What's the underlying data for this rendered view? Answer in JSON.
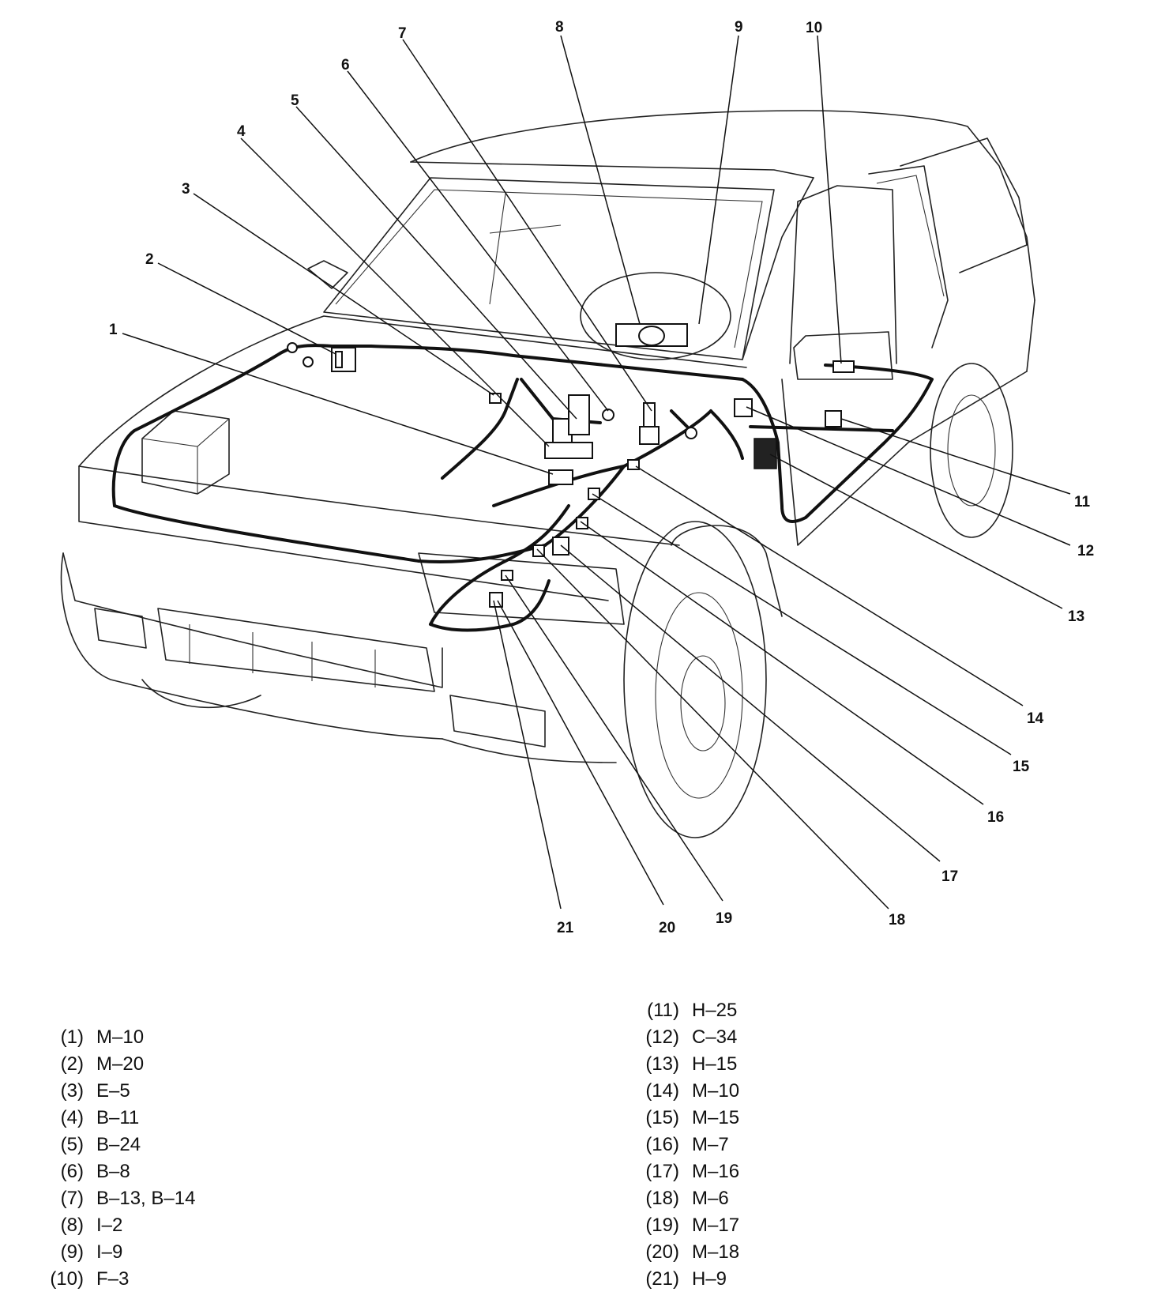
{
  "callouts": [
    {
      "n": "1"
    },
    {
      "n": "2"
    },
    {
      "n": "3"
    },
    {
      "n": "4"
    },
    {
      "n": "5"
    },
    {
      "n": "6"
    },
    {
      "n": "7"
    },
    {
      "n": "8"
    },
    {
      "n": "9"
    },
    {
      "n": "10"
    },
    {
      "n": "11"
    },
    {
      "n": "12"
    },
    {
      "n": "13"
    },
    {
      "n": "14"
    },
    {
      "n": "15"
    },
    {
      "n": "16"
    },
    {
      "n": "17"
    },
    {
      "n": "18"
    },
    {
      "n": "19"
    },
    {
      "n": "20"
    },
    {
      "n": "21"
    }
  ],
  "legend": {
    "left": [
      {
        "id": "(1)",
        "code": "M–10"
      },
      {
        "id": "(2)",
        "code": "M–20"
      },
      {
        "id": "(3)",
        "code": "E–5"
      },
      {
        "id": "(4)",
        "code": "B–11"
      },
      {
        "id": "(5)",
        "code": "B–24"
      },
      {
        "id": "(6)",
        "code": "B–8"
      },
      {
        "id": "(7)",
        "code": "B–13, B–14"
      },
      {
        "id": "(8)",
        "code": "I–2"
      },
      {
        "id": "(9)",
        "code": "I–9"
      },
      {
        "id": "(10)",
        "code": "F–3"
      }
    ],
    "right": [
      {
        "id": "(11)",
        "code": "H–25"
      },
      {
        "id": "(12)",
        "code": "C–34"
      },
      {
        "id": "(13)",
        "code": "H–15"
      },
      {
        "id": "(14)",
        "code": "M–10"
      },
      {
        "id": "(15)",
        "code": "M–15"
      },
      {
        "id": "(16)",
        "code": "M–7"
      },
      {
        "id": "(17)",
        "code": "M–16"
      },
      {
        "id": "(18)",
        "code": "M–6"
      },
      {
        "id": "(19)",
        "code": "M–17"
      },
      {
        "id": "(20)",
        "code": "M–18"
      },
      {
        "id": "(21)",
        "code": "H–9"
      }
    ]
  }
}
